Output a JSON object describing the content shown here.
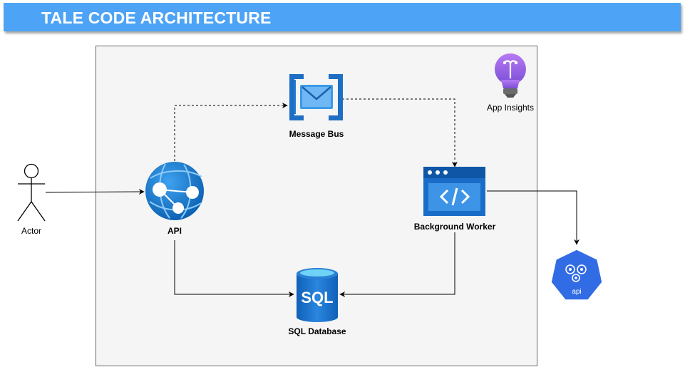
{
  "title": "TALE CODE ARCHITECTURE",
  "nodes": {
    "actor": {
      "label": "Actor"
    },
    "api": {
      "label": "API"
    },
    "message_bus": {
      "label": "Message Bus"
    },
    "background_worker": {
      "label": "Background Worker"
    },
    "sql_database": {
      "label": "SQL Database",
      "icon_text": "SQL"
    },
    "app_insights": {
      "label": "App Insights"
    },
    "k8s_api": {
      "icon_text": "api"
    }
  },
  "colors": {
    "banner": "#4da3f5",
    "container": "#f5f5f5",
    "azure_blue": "#0078d4",
    "insights_purple": "#9b6ae0"
  }
}
